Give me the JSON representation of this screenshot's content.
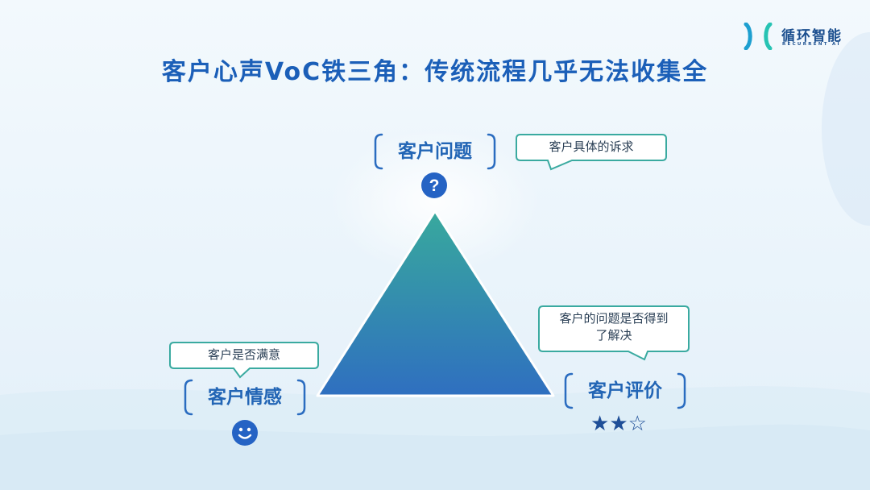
{
  "logo": {
    "name": "循环智能",
    "subtitle": "RECURRENT AI"
  },
  "title": "客户心声VoC铁三角：传统流程几乎无法收集全",
  "nodes": {
    "top": {
      "label": "客户问题",
      "bubble": "客户具体的诉求",
      "icon": "question-mark-icon"
    },
    "left": {
      "label": "客户情感",
      "bubble": "客户是否满意",
      "icon": "smiley-face-icon"
    },
    "right": {
      "label": "客户评价",
      "bubble_line1": "客户的问题是否得到",
      "bubble_line2": "了解决",
      "icon": "star-rating-icon",
      "rating_value": 2,
      "rating_max": 3
    }
  },
  "colors": {
    "title": "#1b5fb8",
    "label": "#2265b5",
    "bracket": "#2a6cc0",
    "bubble_border": "#3aaaa0",
    "triangle_top": "#38a99d",
    "triangle_bottom": "#2f6fc0",
    "icon": "#2563c4",
    "star": "#1f4f98"
  }
}
